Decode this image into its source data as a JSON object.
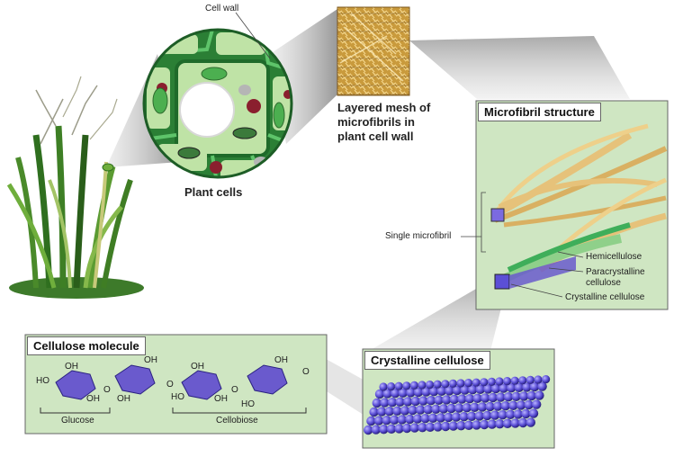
{
  "labels": {
    "cell_wall": "Cell wall",
    "plant_cells": "Plant cells",
    "mesh_line1": "Layered mesh of",
    "mesh_line2": "microfibrils in",
    "mesh_line3": "plant cell wall",
    "microfibril_structure": "Microfibril structure",
    "single_microfibril": "Single microfibril",
    "hemicellulose": "Hemicellulose",
    "paracrystalline_line1": "Paracrystalline",
    "paracrystalline_line2": "cellulose",
    "crystalline_cellulose_small": "Crystalline cellulose",
    "cellulose_molecule": "Cellulose molecule",
    "crystalline_cellulose_panel": "Crystalline cellulose",
    "glucose": "Glucose",
    "cellobiose": "Cellobiose",
    "oh": "OH",
    "ho": "HO",
    "o": "O"
  },
  "colors": {
    "panel_green": "#cfe6c2",
    "cell_green": "#2f9e44",
    "fibril_tan": "#e6c27a",
    "molecule_purple": "#6a5acd",
    "sphere_blue": "#5b4fd6"
  }
}
